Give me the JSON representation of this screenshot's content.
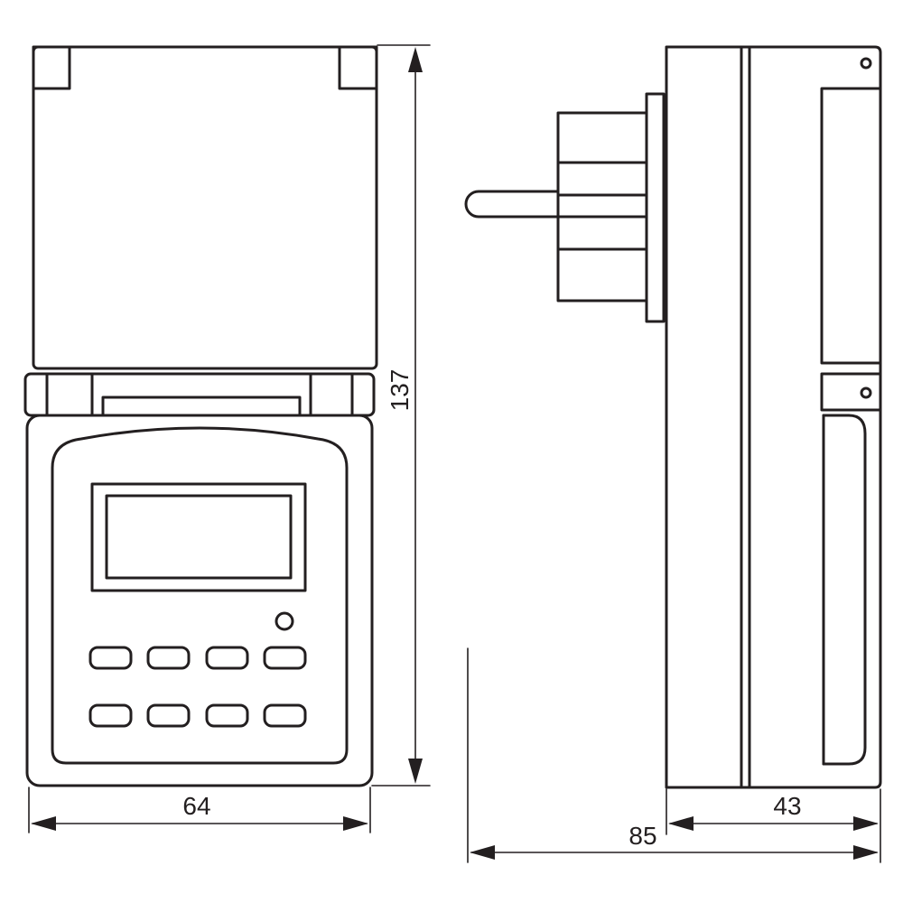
{
  "dimensions": {
    "width": "64",
    "height": "137",
    "depth": "43",
    "total_depth": "85"
  },
  "colors": {
    "line": "#231f20",
    "background": "#ffffff"
  }
}
